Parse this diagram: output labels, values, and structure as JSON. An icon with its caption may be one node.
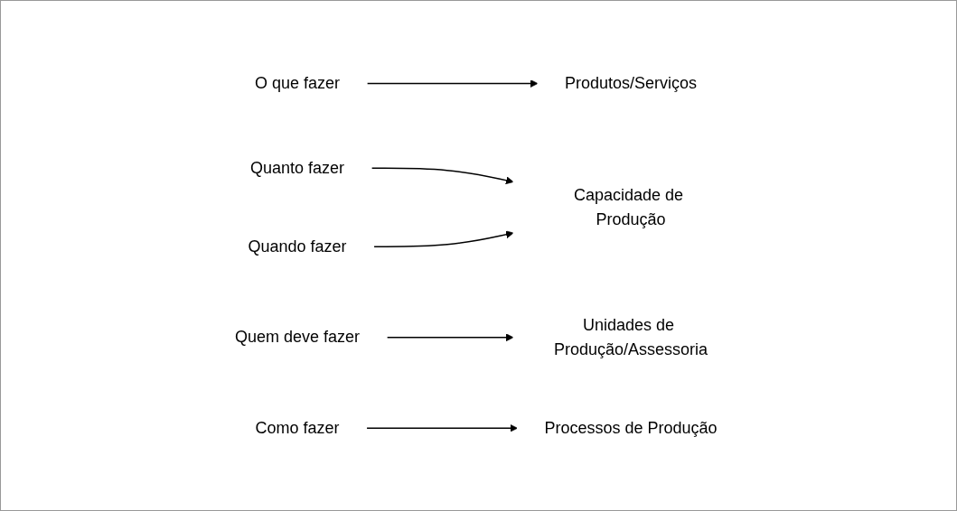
{
  "diagram": {
    "nodes": [
      {
        "text": [
          "O que fazer"
        ]
      },
      {
        "text": [
          "Produtos/Serviços"
        ]
      },
      {
        "text": [
          "Quanto fazer"
        ]
      },
      {
        "text": [
          "Capacidade de Produção"
        ]
      },
      {
        "text": [
          "Quando fazer"
        ]
      },
      {
        "text": [
          "Quem deve fazer"
        ]
      },
      {
        "text": [
          "Unidades de Produção/Assessoria"
        ]
      },
      {
        "text": [
          "Como fazer"
        ]
      },
      {
        "text": [
          "Processos de Produção"
        ]
      }
    ],
    "edges": [
      {
        "from": 0,
        "to": 1,
        "arrow": "to"
      },
      {
        "from": 2,
        "to": 3,
        "arrow": "to"
      },
      {
        "from": 4,
        "to": 3,
        "arrow": "to"
      },
      {
        "from": 5,
        "to": 6,
        "arrow": "to"
      },
      {
        "from": 7,
        "to": 8,
        "arrow": "to"
      }
    ]
  }
}
